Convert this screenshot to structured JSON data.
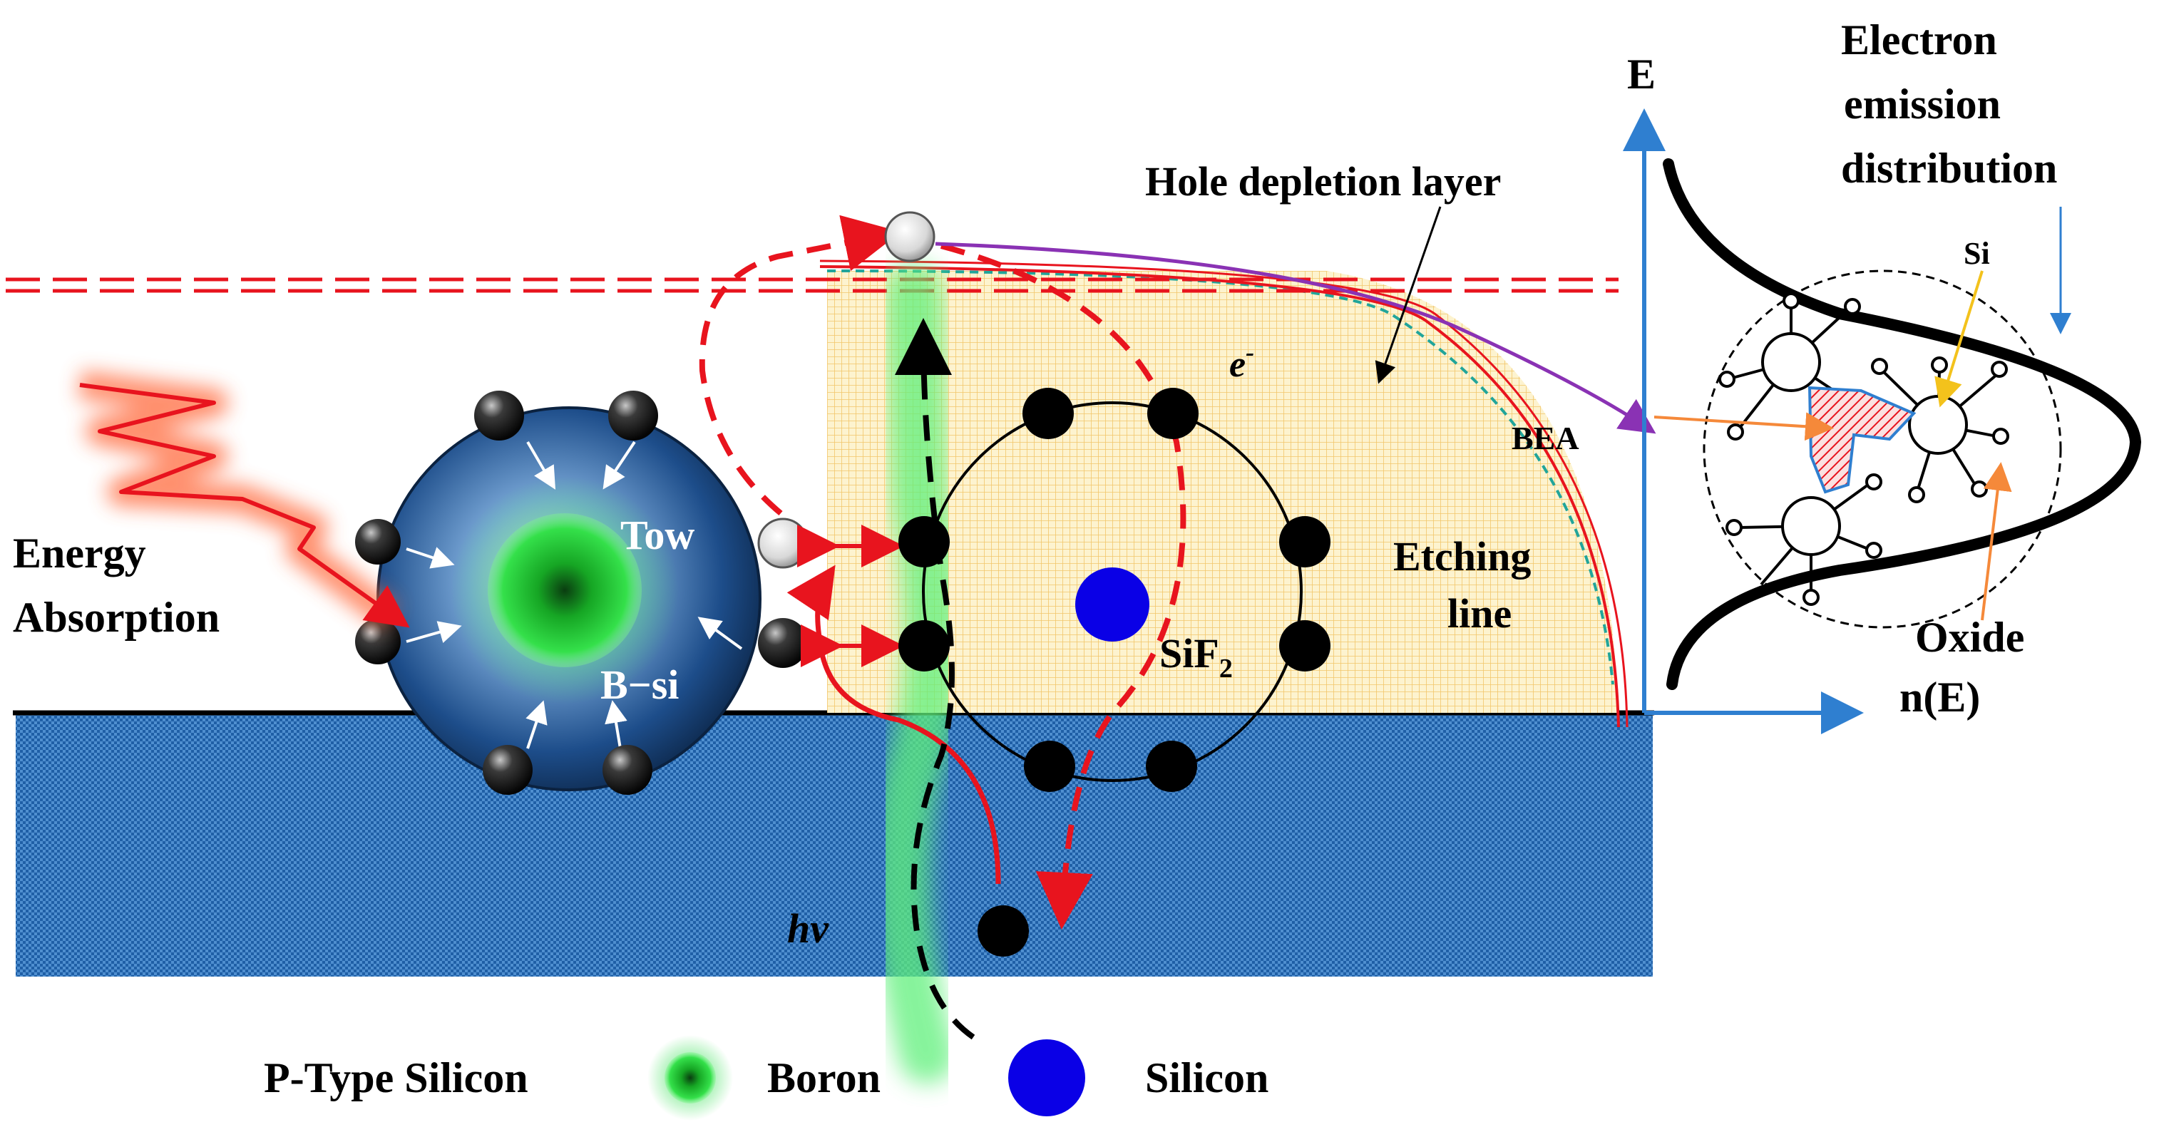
{
  "labels": {
    "energy_line1": "Energy",
    "energy_line2": "Absorption",
    "tow": "Tow",
    "bsi": "B−si",
    "hole_depletion": "Hole depletion layer",
    "electron_symbol": "e",
    "electron_sup": "-",
    "etching_line1": "Etching",
    "etching_line2": "line",
    "sif2_main": "SiF",
    "sif2_sub": "2",
    "hv": "hv",
    "bea": "BEA",
    "axis_e": "E",
    "axis_ne": "n(E)",
    "emission_line1": "Electron",
    "emission_line2": "emission",
    "emission_line3": "distribution",
    "si": "Si",
    "oxide": "Oxide"
  },
  "legend": [
    {
      "label": "P-Type Silicon",
      "icon": "none"
    },
    {
      "label": "Boron",
      "icon": "boron-glow-icon"
    },
    {
      "label": "Silicon",
      "icon": "silicon-dot-icon"
    }
  ],
  "colors": {
    "substrate": "#2e6fb0",
    "hole_layer": "#f6d57a",
    "boron": "#1ec832",
    "silicon": "#0a00e6",
    "red": "#e8141e",
    "purple": "#8a32b4",
    "axis_blue": "#2f7fd0",
    "orange": "#f5893a",
    "yellow": "#f3c21c",
    "teal": "#21a59a"
  }
}
